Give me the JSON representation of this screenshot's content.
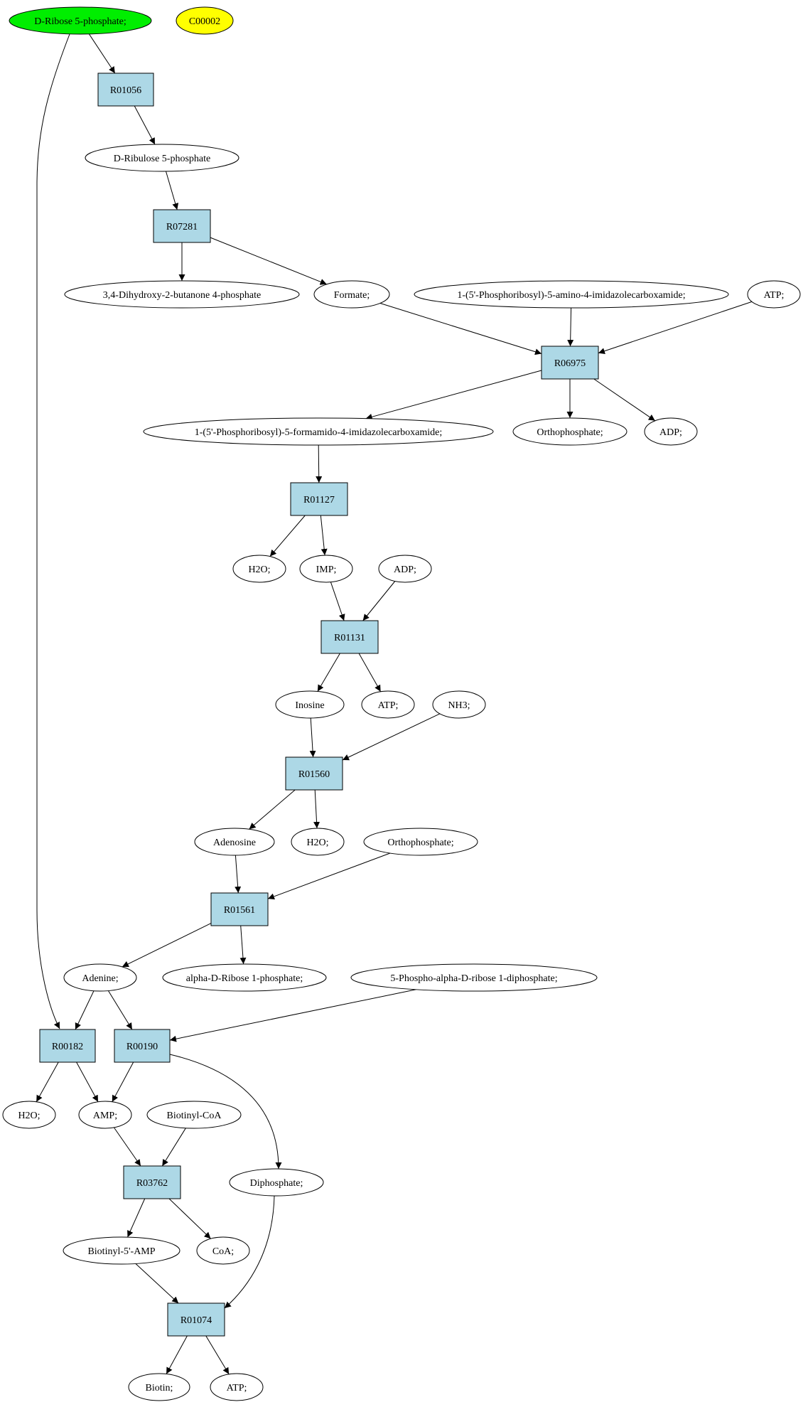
{
  "colors": {
    "reaction_fill": "#add8e6",
    "start_fill": "#00ee00",
    "cofactor_fill": "#ffff00",
    "compound_fill": "#ffffff",
    "stroke": "#000000"
  },
  "nodes": [
    {
      "id": "n_ribose5p",
      "type": "compound",
      "label": "D-Ribose 5-phosphate;",
      "style": "green"
    },
    {
      "id": "n_c00002",
      "type": "compound",
      "label": "C00002",
      "style": "yellow"
    },
    {
      "id": "r01056",
      "type": "reaction",
      "label": "R01056"
    },
    {
      "id": "n_ribulose5p",
      "type": "compound",
      "label": "D-Ribulose 5-phosphate"
    },
    {
      "id": "r07281",
      "type": "reaction",
      "label": "R07281"
    },
    {
      "id": "n_dhbp",
      "type": "compound",
      "label": "3,4-Dihydroxy-2-butanone 4-phosphate"
    },
    {
      "id": "n_formate",
      "type": "compound",
      "label": "Formate;"
    },
    {
      "id": "n_aicar",
      "type": "compound",
      "label": "1-(5'-Phosphoribosyl)-5-amino-4-imidazolecarboxamide;"
    },
    {
      "id": "n_atp1",
      "type": "compound",
      "label": "ATP;"
    },
    {
      "id": "r06975",
      "type": "reaction",
      "label": "R06975"
    },
    {
      "id": "n_faicar",
      "type": "compound",
      "label": "1-(5'-Phosphoribosyl)-5-formamido-4-imidazolecarboxamide;"
    },
    {
      "id": "n_orthop1",
      "type": "compound",
      "label": "Orthophosphate;"
    },
    {
      "id": "n_adp1",
      "type": "compound",
      "label": "ADP;"
    },
    {
      "id": "r01127",
      "type": "reaction",
      "label": "R01127"
    },
    {
      "id": "n_h2o1",
      "type": "compound",
      "label": "H2O;"
    },
    {
      "id": "n_imp",
      "type": "compound",
      "label": "IMP;"
    },
    {
      "id": "n_adp2",
      "type": "compound",
      "label": "ADP;"
    },
    {
      "id": "r01131",
      "type": "reaction",
      "label": "R01131"
    },
    {
      "id": "n_inosine",
      "type": "compound",
      "label": "Inosine"
    },
    {
      "id": "n_atp2",
      "type": "compound",
      "label": "ATP;"
    },
    {
      "id": "n_nh3",
      "type": "compound",
      "label": "NH3;"
    },
    {
      "id": "r01560",
      "type": "reaction",
      "label": "R01560"
    },
    {
      "id": "n_adenosine",
      "type": "compound",
      "label": "Adenosine"
    },
    {
      "id": "n_h2o2",
      "type": "compound",
      "label": "H2O;"
    },
    {
      "id": "n_orthop2",
      "type": "compound",
      "label": "Orthophosphate;"
    },
    {
      "id": "r01561",
      "type": "reaction",
      "label": "R01561"
    },
    {
      "id": "n_adenine",
      "type": "compound",
      "label": "Adenine;"
    },
    {
      "id": "n_r1p",
      "type": "compound",
      "label": "alpha-D-Ribose 1-phosphate;"
    },
    {
      "id": "n_prpp",
      "type": "compound",
      "label": "5-Phospho-alpha-D-ribose 1-diphosphate;"
    },
    {
      "id": "r00182",
      "type": "reaction",
      "label": "R00182"
    },
    {
      "id": "r00190",
      "type": "reaction",
      "label": "R00190"
    },
    {
      "id": "n_h2o3",
      "type": "compound",
      "label": "H2O;"
    },
    {
      "id": "n_amp",
      "type": "compound",
      "label": "AMP;"
    },
    {
      "id": "n_biotinylcoa",
      "type": "compound",
      "label": "Biotinyl-CoA"
    },
    {
      "id": "r03762",
      "type": "reaction",
      "label": "R03762"
    },
    {
      "id": "n_diphosphate",
      "type": "compound",
      "label": "Diphosphate;"
    },
    {
      "id": "n_biotinylamp",
      "type": "compound",
      "label": "Biotinyl-5'-AMP"
    },
    {
      "id": "n_coa",
      "type": "compound",
      "label": "CoA;"
    },
    {
      "id": "r01074",
      "type": "reaction",
      "label": "R01074"
    },
    {
      "id": "n_biotin",
      "type": "compound",
      "label": "Biotin;"
    },
    {
      "id": "n_atp3",
      "type": "compound",
      "label": "ATP;"
    }
  ],
  "edges": [
    {
      "from": "n_ribose5p",
      "to": "r01056"
    },
    {
      "from": "n_ribose5p",
      "to": "r00182"
    },
    {
      "from": "r01056",
      "to": "n_ribulose5p"
    },
    {
      "from": "n_ribulose5p",
      "to": "r07281"
    },
    {
      "from": "r07281",
      "to": "n_dhbp"
    },
    {
      "from": "r07281",
      "to": "n_formate"
    },
    {
      "from": "n_formate",
      "to": "r06975"
    },
    {
      "from": "n_aicar",
      "to": "r06975"
    },
    {
      "from": "n_atp1",
      "to": "r06975"
    },
    {
      "from": "r06975",
      "to": "n_faicar"
    },
    {
      "from": "r06975",
      "to": "n_orthop1"
    },
    {
      "from": "r06975",
      "to": "n_adp1"
    },
    {
      "from": "n_faicar",
      "to": "r01127"
    },
    {
      "from": "r01127",
      "to": "n_h2o1"
    },
    {
      "from": "r01127",
      "to": "n_imp"
    },
    {
      "from": "n_imp",
      "to": "r01131"
    },
    {
      "from": "n_adp2",
      "to": "r01131"
    },
    {
      "from": "r01131",
      "to": "n_inosine"
    },
    {
      "from": "r01131",
      "to": "n_atp2"
    },
    {
      "from": "n_inosine",
      "to": "r01560"
    },
    {
      "from": "n_nh3",
      "to": "r01560"
    },
    {
      "from": "r01560",
      "to": "n_adenosine"
    },
    {
      "from": "r01560",
      "to": "n_h2o2"
    },
    {
      "from": "n_adenosine",
      "to": "r01561"
    },
    {
      "from": "n_orthop2",
      "to": "r01561"
    },
    {
      "from": "r01561",
      "to": "n_adenine"
    },
    {
      "from": "r01561",
      "to": "n_r1p"
    },
    {
      "from": "n_adenine",
      "to": "r00182"
    },
    {
      "from": "n_adenine",
      "to": "r00190"
    },
    {
      "from": "n_prpp",
      "to": "r00190"
    },
    {
      "from": "r00182",
      "to": "n_h2o3"
    },
    {
      "from": "r00182",
      "to": "n_amp"
    },
    {
      "from": "r00190",
      "to": "n_amp"
    },
    {
      "from": "r00190",
      "to": "n_diphosphate"
    },
    {
      "from": "n_amp",
      "to": "r03762"
    },
    {
      "from": "n_biotinylcoa",
      "to": "r03762"
    },
    {
      "from": "r03762",
      "to": "n_biotinylamp"
    },
    {
      "from": "r03762",
      "to": "n_coa"
    },
    {
      "from": "n_biotinylamp",
      "to": "r01074"
    },
    {
      "from": "n_diphosphate",
      "to": "r01074"
    },
    {
      "from": "r01074",
      "to": "n_biotin"
    },
    {
      "from": "r01074",
      "to": "n_atp3"
    }
  ]
}
